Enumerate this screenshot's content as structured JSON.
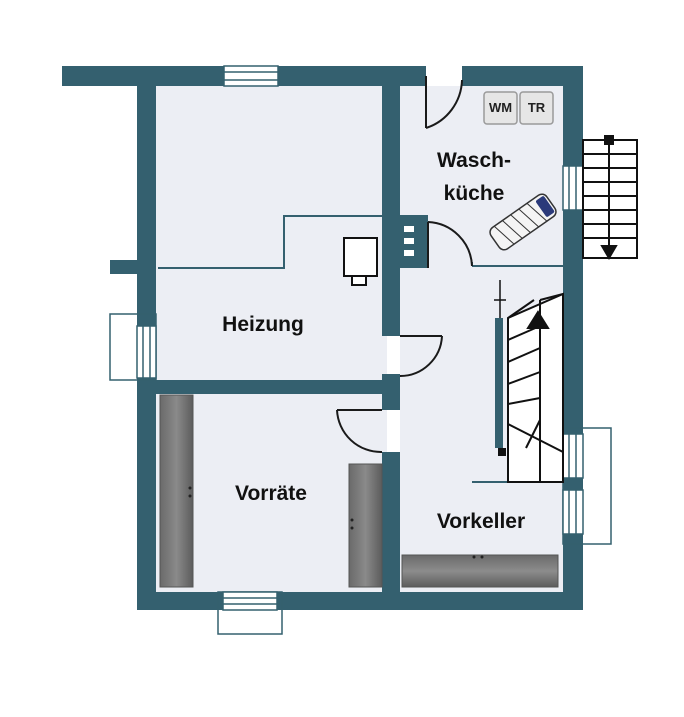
{
  "colors": {
    "wall": "#34606f",
    "floor": "#eceef4",
    "line": "#1a1a1a",
    "cabinet": "#737373",
    "window": "#ffffff"
  },
  "rooms": {
    "waschkueche_line1": "Wasch-",
    "waschkueche_line2": "küche",
    "heizung": "Heizung",
    "vorraete": "Vorräte",
    "vorkeller": "Vorkeller"
  },
  "appliances": {
    "washer": "WM",
    "dryer": "TR"
  },
  "icons": [
    "door-swing-icon",
    "stair-arrow-icon",
    "boiler-icon",
    "ironing-board-icon",
    "window-icon"
  ]
}
